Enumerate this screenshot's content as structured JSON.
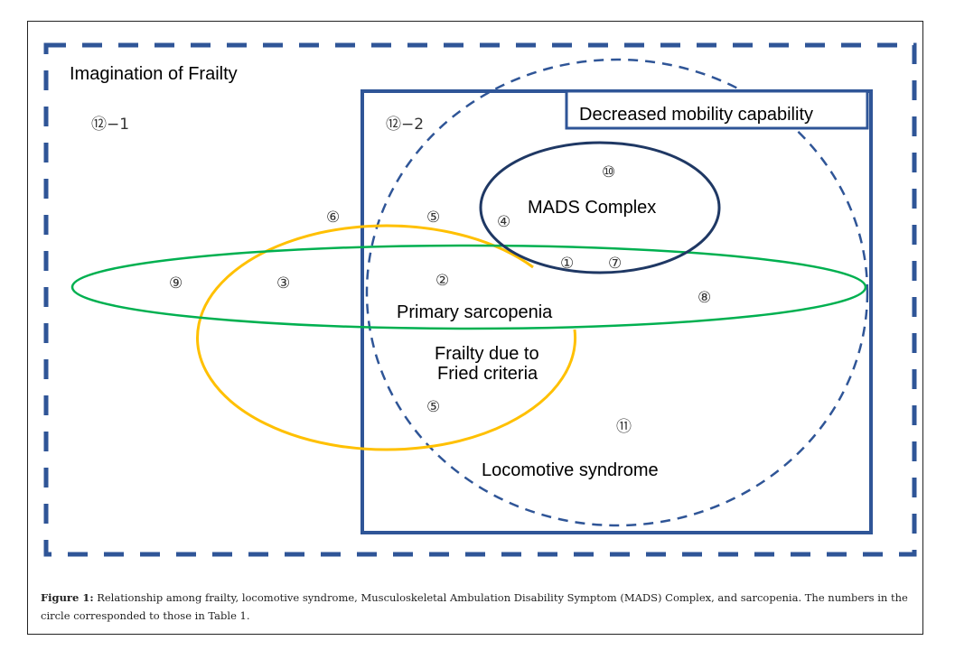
{
  "figure": {
    "title": "Imagination of Frailty",
    "box_label": "Decreased mobility capability",
    "sets": {
      "mads": "MADS Complex",
      "sarcopenia": "Primary sarcopenia",
      "frailty_fried_line1": "Frailty due to",
      "frailty_fried_line2": "Fried criteria",
      "locomotive": "Locomotive syndrome"
    },
    "region_numbers": {
      "r12_1": "⑫−1",
      "r12_2": "⑫−2",
      "r10": "⑩",
      "r6": "⑥",
      "r5_top": "⑤",
      "r4": "④",
      "r1": "①",
      "r7": "⑦",
      "r9": "⑨",
      "r3": "③",
      "r2": "②",
      "r8": "⑧",
      "r5_bottom": "⑤",
      "r11": "⑪"
    },
    "colors": {
      "frame_blue": "#2f5597",
      "mads_navy": "#1f3864",
      "frailty_yellow": "#ffc000",
      "sarcopenia_green": "#00b050"
    }
  },
  "caption": {
    "label": "Figure 1:",
    "text": " Relationship among frailty, locomotive syndrome, Musculoskeletal Ambulation Disability Symptom (MADS) Complex, and sarcopenia. The numbers in the circle corresponded to those in Table 1."
  }
}
